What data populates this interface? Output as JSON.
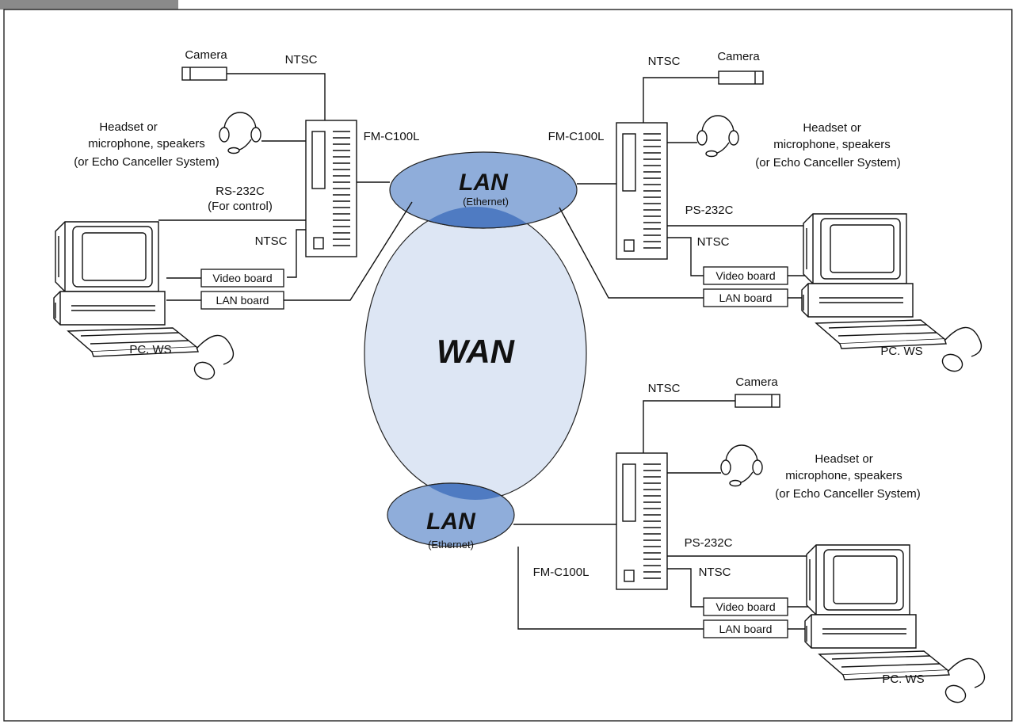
{
  "diagram": {
    "wan_label": "WAN",
    "lan_label": "LAN",
    "ethernet_label": "(Ethernet)",
    "colors": {
      "wan_fill": "#dde6f4",
      "lan_fill": "#8fadda",
      "overlap_fill": "#4f7bc2",
      "tab_accent": "#8a8a8a",
      "border": "#222222"
    },
    "site_left": {
      "camera": "Camera",
      "ntsc_top": "NTSC",
      "unit": "FM-C100L",
      "audio_line1": "Headset or",
      "audio_line2": "microphone, speakers",
      "audio_line3": "(or Echo Canceller System)",
      "serial_line1": "RS-232C",
      "serial_line2": "(For control)",
      "ntsc_bottom": "NTSC",
      "video_board": "Video board",
      "lan_board": "LAN board",
      "pc": "PC. WS"
    },
    "site_right": {
      "camera": "Camera",
      "ntsc_top": "NTSC",
      "unit": "FM-C100L",
      "audio_line1": "Headset or",
      "audio_line2": "microphone, speakers",
      "audio_line3": "(or Echo Canceller System)",
      "serial": "PS-232C",
      "ntsc_bottom": "NTSC",
      "video_board": "Video board",
      "lan_board": "LAN board",
      "pc": "PC. WS"
    },
    "site_bottom": {
      "camera": "Camera",
      "ntsc_top": "NTSC",
      "unit": "FM-C100L",
      "audio_line1": "Headset or",
      "audio_line2": "microphone, speakers",
      "audio_line3": "(or Echo Canceller System)",
      "serial": "PS-232C",
      "ntsc_bottom": "NTSC",
      "video_board": "Video board",
      "lan_board": "LAN board",
      "pc": "PC. WS"
    }
  }
}
